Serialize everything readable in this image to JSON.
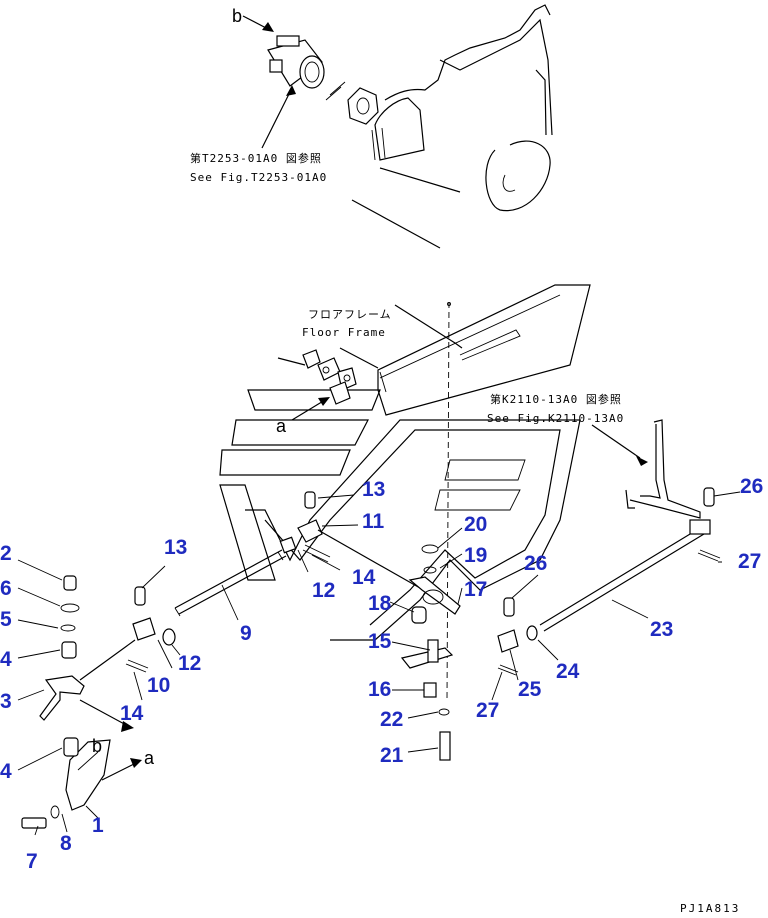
{
  "drawing_code": "PJ1A813",
  "notes": {
    "fig_t2253_jp": "第T2253-01A0 図参照",
    "fig_t2253_en": "See Fig.T2253-01A0",
    "floor_frame_jp": "フロアフレーム",
    "floor_frame_en": "Floor Frame",
    "fig_k2110_jp": "第K2110-13A0 図参照",
    "fig_k2110_en": "See Fig.K2110-13A0"
  },
  "refs": {
    "a_top": "a",
    "a_bottom": "a",
    "b_top": "b",
    "b_bottom": "b"
  },
  "callouts": {
    "n1": "1",
    "n2": "2",
    "n3": "3",
    "n4a": "4",
    "n4b": "4",
    "n5": "5",
    "n6": "6",
    "n7": "7",
    "n8": "8",
    "n9": "9",
    "n10": "10",
    "n11": "11",
    "n12a": "12",
    "n12b": "12",
    "n13a": "13",
    "n13b": "13",
    "n14a": "14",
    "n14b": "14",
    "n15": "15",
    "n16": "16",
    "n17": "17",
    "n18": "18",
    "n19": "19",
    "n20": "20",
    "n21": "21",
    "n22": "22",
    "n23": "23",
    "n24": "24",
    "n25": "25",
    "n26a": "26",
    "n26b": "26",
    "n27a": "27",
    "n27b": "27"
  },
  "colors": {
    "callout": "#1f2bbf",
    "line": "#000000",
    "background": "#ffffff"
  }
}
